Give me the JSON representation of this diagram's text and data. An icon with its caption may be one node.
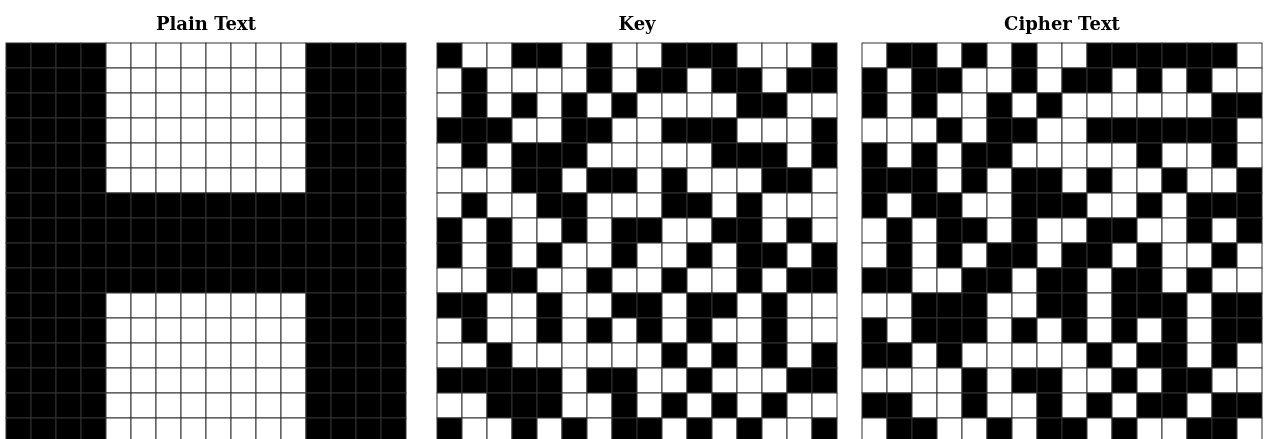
{
  "diagram": {
    "labels": [
      "Plain Text",
      "Key",
      "Cipher Text"
    ]
  }
}
